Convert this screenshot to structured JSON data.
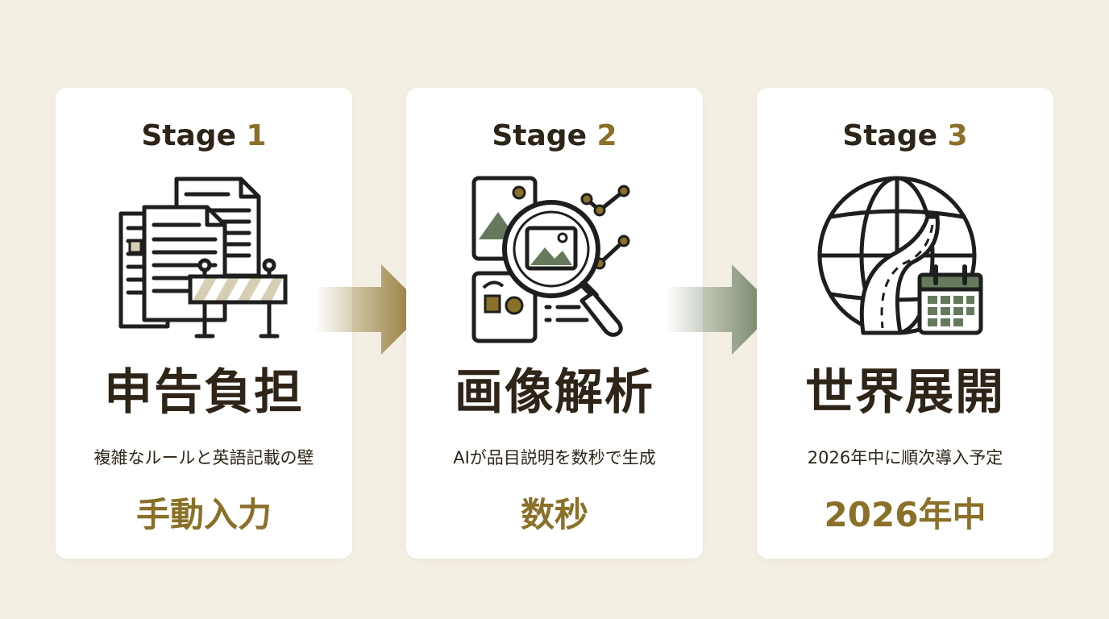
{
  "stages": [
    {
      "label": "Stage",
      "number": "1",
      "heading": "申告負担",
      "description": "複雑なルールと英語記載の壁",
      "highlight": "手動入力",
      "icon": "documents-barrier-icon"
    },
    {
      "label": "Stage",
      "number": "2",
      "heading": "画像解析",
      "description": "AIが品目説明を数秒で生成",
      "highlight": "数秒",
      "icon": "image-analysis-icon"
    },
    {
      "label": "Stage",
      "number": "3",
      "heading": "世界展開",
      "description": "2026年中に順次導入予定",
      "highlight": "2026年中",
      "icon": "globe-calendar-icon"
    }
  ],
  "colors": {
    "background": "#f4efe4",
    "card": "#ffffff",
    "text_dark": "#2e2417",
    "accent_gold": "#8a7028",
    "accent_green": "#657a5c",
    "icon_beige": "#d6cfb3"
  }
}
